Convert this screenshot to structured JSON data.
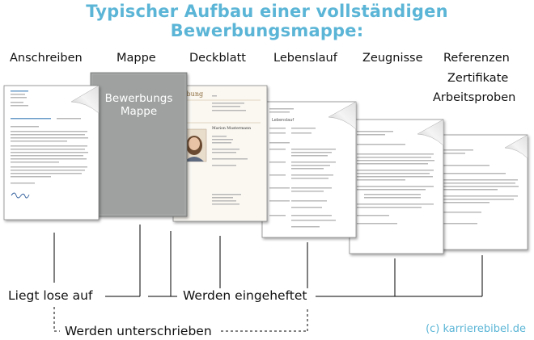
{
  "title": "Typischer Aufbau einer vollständigen Bewerbungsmappe:",
  "labels": {
    "anschreiben": "Anschreiben",
    "mappe": "Mappe",
    "deckblatt": "Deckblatt",
    "lebenslauf": "Lebenslauf",
    "zeugnisse": "Zeugnisse",
    "referenzen": "Referenzen",
    "zertifikate": "Zertifikate",
    "arbeitsproben": "Arbeitsproben"
  },
  "folder": {
    "line1": "Bewerbungs",
    "line2": "Mappe"
  },
  "deckblatt": {
    "header": "erbung",
    "name": "Marion Mustermann"
  },
  "lebenslauf_doc": {
    "heading": "Lebenslauf"
  },
  "notes": {
    "lose": "Liegt lose auf",
    "eingeheftet": "Werden eingeheftet",
    "unterschrieben": "Werden unterschrieben"
  },
  "credit": "(c) karrierebibel.de",
  "colors": {
    "title": "#5bb5d6",
    "folder": "#9ea1a0",
    "paper": "#ffffff",
    "deckblatt_paper": "#fbf8f2"
  }
}
